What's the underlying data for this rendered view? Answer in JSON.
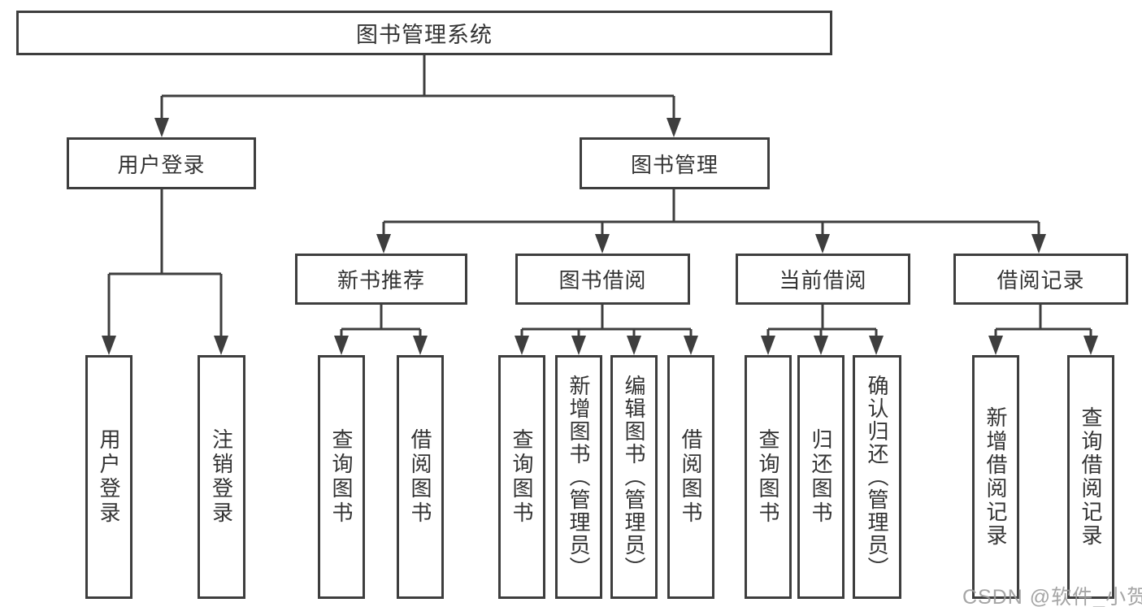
{
  "diagram": {
    "type": "hierarchy-flowchart",
    "root": "图书管理系统",
    "level2": {
      "user_login": "用户登录",
      "book_management": "图书管理"
    },
    "level3": {
      "new_book_recommend": "新书推荐",
      "book_borrow": "图书借阅",
      "current_borrow": "当前借阅",
      "borrow_record": "借阅记录"
    },
    "leaves": {
      "user_login_leaf": "用户登录",
      "logout": "注销登录",
      "nbr_query_books": "查询图书",
      "nbr_borrow_books": "借阅图书",
      "bb_query_books": "查询图书",
      "bb_add_books": "新增图书（管理员）",
      "bb_edit_books": "编辑图书（管理员）",
      "bb_borrow_books": "借阅图书",
      "cb_query_books": "查询图书",
      "cb_return_books": "归还图书",
      "cb_confirm_return": "确认归还（管理员）",
      "br_add_record": "新增借阅记录",
      "br_query_record": "查询借阅记录"
    }
  },
  "watermark": "CSDN @软件_小贺同学",
  "colors": {
    "line": "#3e3e3e",
    "text": "#333333",
    "background": "#ffffff",
    "watermark": "#9b9b9b"
  }
}
